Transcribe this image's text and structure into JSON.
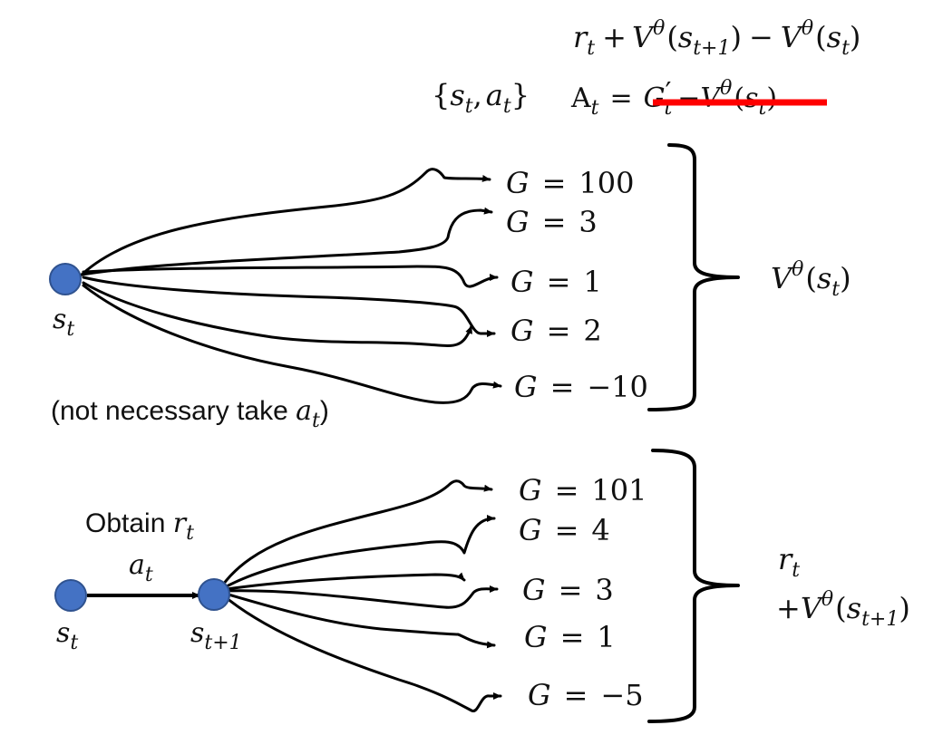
{
  "colors": {
    "node": "#4472C4",
    "node_stroke": "#2F528F",
    "strike": "#FF0000",
    "ink": "#000000"
  },
  "top_formula": {
    "r": "r",
    "r_sub": "t",
    "plus": "+",
    "V1": "V",
    "theta1": "θ",
    "open1": "(",
    "s1": "s",
    "s1_sub": "t+1",
    "close1": ")",
    "minus": "−",
    "V2": "V",
    "theta2": "θ",
    "open2": "(",
    "s2": "s",
    "s2_sub": "t",
    "close2": ")"
  },
  "pair": {
    "open": "{",
    "s": "s",
    "s_sub": "t",
    "comma": ",",
    "a": "a",
    "a_sub": "t",
    "close": "}"
  },
  "advantage": {
    "A": "A",
    "A_sub": "t",
    "equals": "=",
    "G": "G",
    "G_prime": "′",
    "G_sub": "t",
    "minus": "−",
    "V": "V",
    "theta": "θ",
    "open": "(",
    "s": "s",
    "s_sub": "t",
    "close": ")"
  },
  "upper": {
    "node_label": "s",
    "node_label_sub": "t",
    "note_prefix": "(not necessary take ",
    "note_var": "a",
    "note_var_sub": "t",
    "note_suffix": ")",
    "returns": [
      {
        "G": "G",
        "eq": "=",
        "value": "100"
      },
      {
        "G": "G",
        "eq": "=",
        "value": "3"
      },
      {
        "G": "G",
        "eq": "=",
        "value": "1"
      },
      {
        "G": "G",
        "eq": "=",
        "value": "2"
      },
      {
        "G": "G",
        "eq": "=",
        "value": "−10"
      }
    ],
    "brace_label": {
      "V": "V",
      "theta": "θ",
      "open": "(",
      "s": "s",
      "s_sub": "t",
      "close": ")"
    }
  },
  "lower": {
    "node1_label": "s",
    "node1_label_sub": "t",
    "node2_label": "s",
    "node2_label_sub": "t+1",
    "obtain_text": "Obtain ",
    "obtain_var": "r",
    "obtain_var_sub": "t",
    "action": "a",
    "action_sub": "t",
    "returns": [
      {
        "G": "G",
        "eq": "=",
        "value": "101"
      },
      {
        "G": "G",
        "eq": "=",
        "value": "4"
      },
      {
        "G": "G",
        "eq": "=",
        "value": "3"
      },
      {
        "G": "G",
        "eq": "=",
        "value": "1"
      },
      {
        "G": "G",
        "eq": "=",
        "value": "−5"
      }
    ],
    "brace_label": {
      "r": "r",
      "r_sub": "t",
      "plus": "+",
      "V": "V",
      "theta": "θ",
      "open": "(",
      "s": "s",
      "s_sub": "t+1",
      "close": ")"
    }
  }
}
